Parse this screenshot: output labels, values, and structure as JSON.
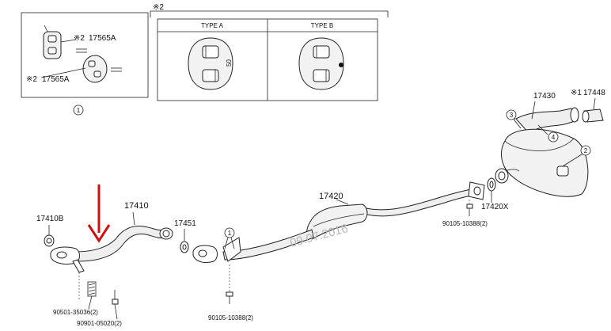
{
  "inset_left": {
    "labels": {
      "mark_a": "※2",
      "part_a": "17565A",
      "mark_b": "※2",
      "part_b": "17565A",
      "ref": "1"
    }
  },
  "inset_right": {
    "mark": "※2",
    "type_a": "TYPE A",
    "type_b": "TYPE B",
    "dimension": "50"
  },
  "parts": {
    "p17430": "17430",
    "mark_17448": "※1",
    "p17448": "17448",
    "callout_3": "3",
    "callout_4": "4",
    "callout_2": "2",
    "p17420": "17420",
    "p17420x": "17420X",
    "bolt_90105_upper": "90105-10388(2)",
    "p17410b": "17410B",
    "p17410": "17410",
    "p17451": "17451",
    "callout_1": "1",
    "spring_90501": "90501-35036(2)",
    "bolt_90901": "90901-05020(2)",
    "bolt_90105_lower": "90105-10388(2)"
  },
  "watermark": "09.07.2016",
  "colors": {
    "arrow": "#cc1111",
    "line": "#222222"
  }
}
